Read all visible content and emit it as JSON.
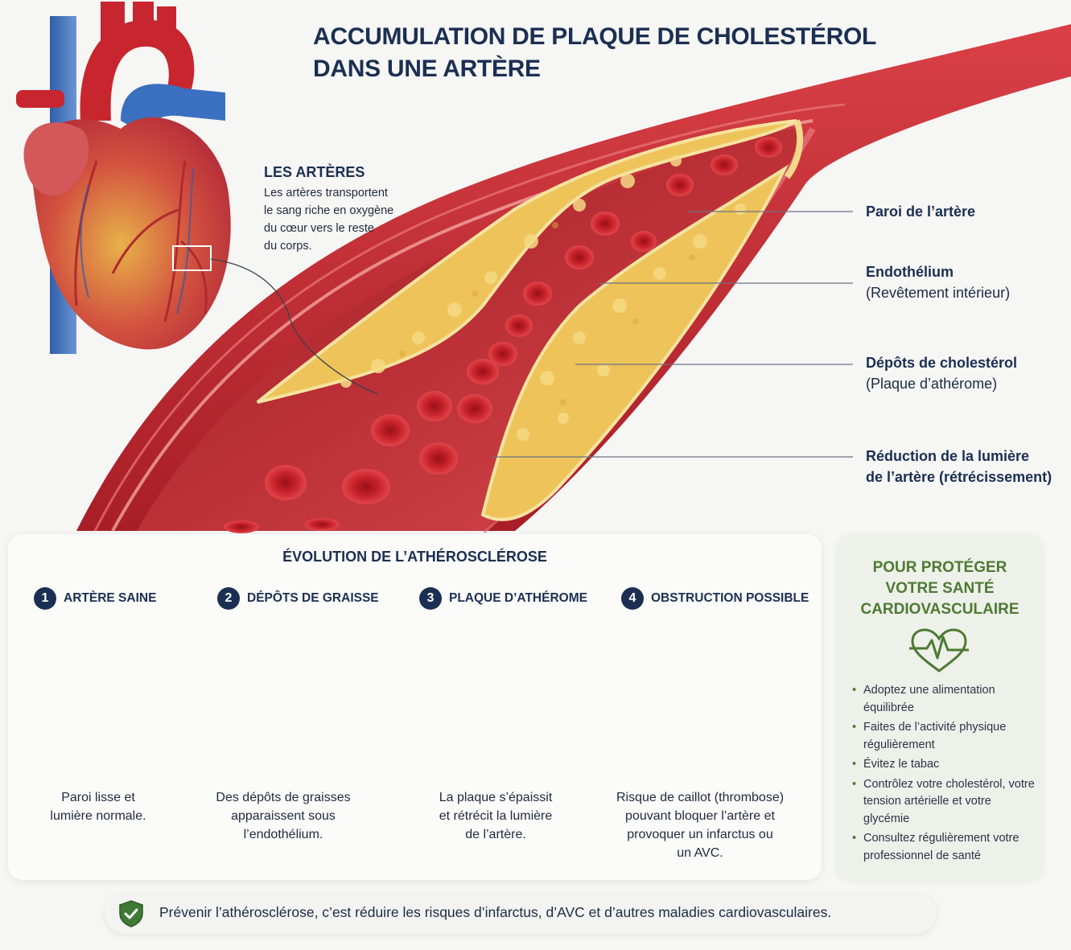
{
  "title": {
    "line1": "ACCUMULATION DE PLAQUE DE CHOLESTÉROL",
    "line2": "DANS UNE ARTÈRE"
  },
  "arteres": {
    "heading": "LES ARTÈRES",
    "lines": [
      "Les artères transportent",
      "le sang riche en oxygène",
      "du cœur vers le reste",
      "du corps."
    ]
  },
  "labels": {
    "paroi": {
      "title": "Paroi de l’artère"
    },
    "endothelium": {
      "title": "Endothélium",
      "sub": "(Revêtement intérieur)"
    },
    "depots": {
      "title": "Dépôts de cholestérol",
      "sub": "(Plaque d’athérome)"
    },
    "reduction": {
      "line1": "Réduction de la lumière",
      "line2": "de l’artère (rétrécissement)"
    }
  },
  "evolution": {
    "title": "ÉVOLUTION DE L’ATHÉROSCLÉROSE",
    "steps": [
      {
        "num": "1",
        "title": "ARTÈRE SAINE",
        "desc": [
          "Paroi lisse et",
          "lumière normale."
        ]
      },
      {
        "num": "2",
        "title": "DÉPÔTS DE GRAISSE",
        "desc": [
          "Des dépôts de graisses",
          "apparaissent sous",
          "l’endothélium."
        ]
      },
      {
        "num": "3",
        "title": "PLAQUE D’ATHÉROME",
        "desc": [
          "La plaque s’épaissit",
          "et rétrécit la lumière",
          "de l’artère."
        ]
      },
      {
        "num": "4",
        "title": "OBSTRUCTION POSSIBLE",
        "desc": [
          "Risque de caillot (thrombose)",
          "pouvant bloquer l’artère et",
          "provoquer un infarctus ou",
          "un AVC."
        ]
      }
    ]
  },
  "protect": {
    "title": [
      "POUR PROTÉGER",
      "VOTRE SANTÉ",
      "CARDIOVASCULAIRE"
    ],
    "tips": [
      "Adoptez une alimentation équilibrée",
      "Faites de l’activité physique régulièrement",
      "Évitez le tabac",
      "Contrôlez votre cholestérol, votre tension artérielle et votre glycémie",
      "Consultez régulièrement votre professionnel de santé"
    ]
  },
  "footer": {
    "text": "Prévenir l’athérosclérose, c’est réduire les risques d’infarctus, d’AVC et d’autres maladies cardiovasculaires."
  },
  "colors": {
    "navy": "#1b2f52",
    "green": "#4d7a33",
    "artery_red": "#c8262f",
    "plaque_yellow": "#f0c85a"
  },
  "icons": [
    "heart-illustration",
    "artery-illustration",
    "arrow-right-icon",
    "heart-pulse-icon",
    "shield-check-icon"
  ]
}
